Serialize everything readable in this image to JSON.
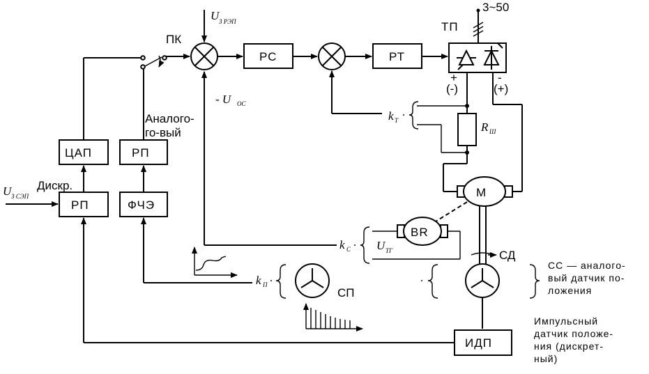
{
  "blocks": {
    "pk": "ПК",
    "rs": "РС",
    "rt": "РТ",
    "tp": "ТП",
    "tsap": "ЦАП",
    "rp_analog": "РП",
    "rp_discrete": "РП",
    "fche": "ФЧЭ",
    "idp": "ИДП",
    "motor": "М",
    "br": "BR",
    "sp": "СП",
    "sd": "СД"
  },
  "labels": {
    "supply": "3~50",
    "u_zrep": "U",
    "u_zrep_sub": "З РЭП",
    "u_zsep": "U",
    "u_zsep_sub": "З СЭП",
    "u_os": "- U",
    "u_os_sub": "ОС",
    "k_t": "k",
    "k_t_sub": "Т",
    "k_c": "k",
    "k_c_sub": "С",
    "k_p": "k",
    "k_p_sub": "П",
    "r_sh": "R",
    "r_sh_sub": "Ш",
    "u_tg": "U",
    "u_tg_sub": "ТГ",
    "plus_top": "+",
    "plus_bot": "(-)",
    "minus_top": "-",
    "minus_bot": "(+)",
    "analog_1": "Аналого-",
    "analog_2": "го-вый",
    "discrete": "Дискр."
  },
  "notes": {
    "ss_1": "СС — аналого-",
    "ss_2": "вый датчик по-",
    "ss_3": "ложения",
    "idp_1": "Импульсный",
    "idp_2": "датчик положе-",
    "idp_3": "ния (дискрет-",
    "idp_4": "ный)"
  }
}
